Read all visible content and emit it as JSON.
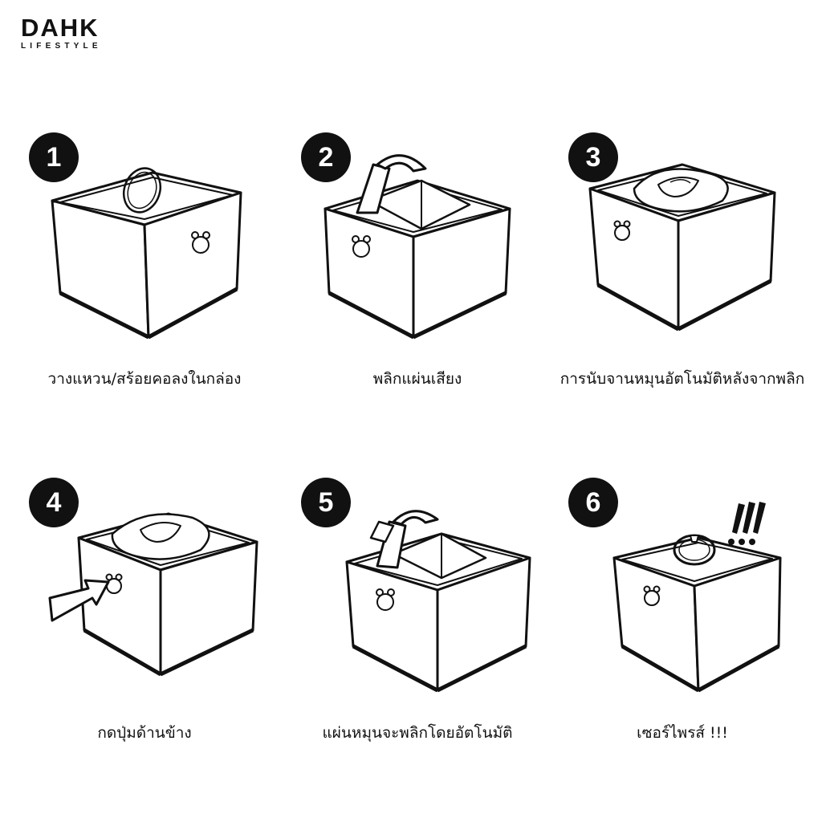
{
  "brand": {
    "name": "DAHK",
    "tagline": "LIFESTYLE"
  },
  "steps": [
    {
      "number": "1",
      "caption": "วางแหวน/สร้อยคอลงในกล่อง"
    },
    {
      "number": "2",
      "caption": "พลิกแผ่นเสียง"
    },
    {
      "number": "3",
      "caption": "การนับจานหมุนอัตโนมัติหลังจากพลิก"
    },
    {
      "number": "4",
      "caption": "กดปุ่มด้านข้าง"
    },
    {
      "number": "5",
      "caption": "แผ่นหมุนจะพลิกโดยอัตโนมัติ"
    },
    {
      "number": "6",
      "caption": "เซอร์ไพรส์ !!!"
    }
  ],
  "colors": {
    "ink": "#111111",
    "paper": "#ffffff"
  }
}
